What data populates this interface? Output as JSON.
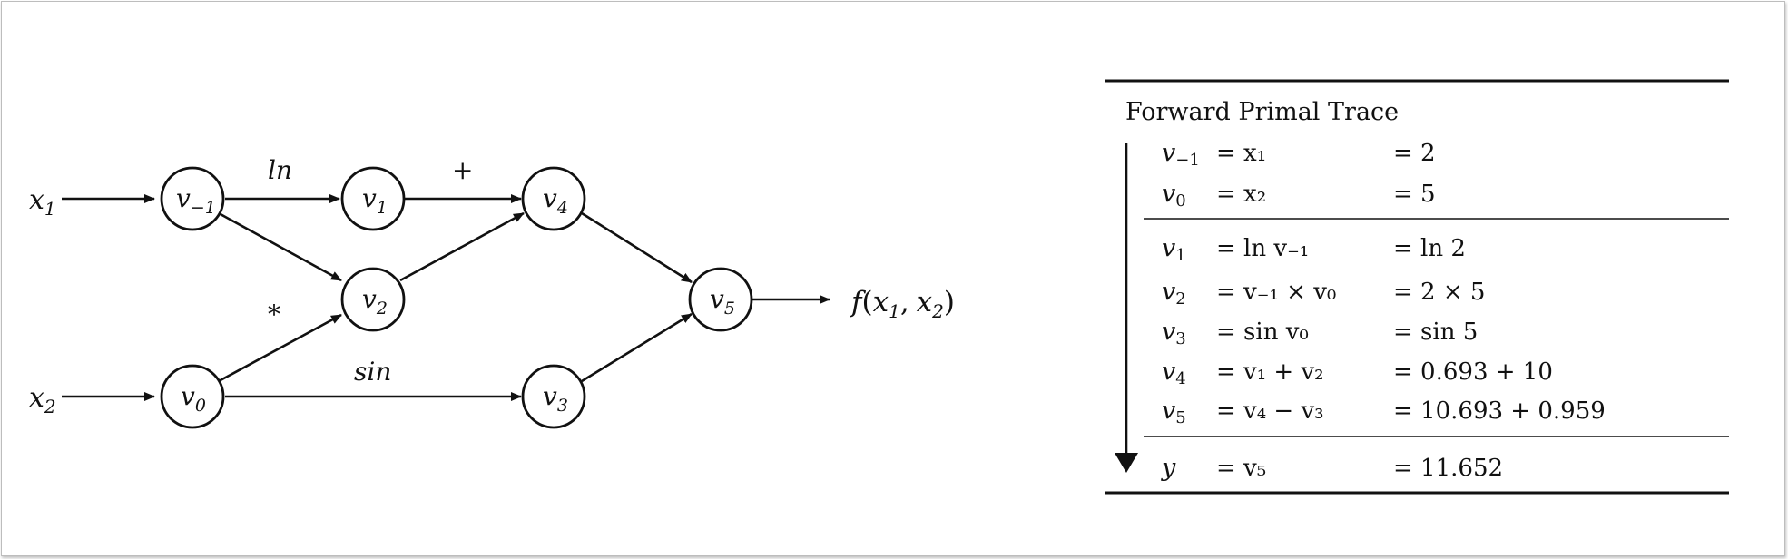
{
  "graph": {
    "inputs": {
      "x1": {
        "base": "x",
        "sub": "1"
      },
      "x2": {
        "base": "x",
        "sub": "2"
      }
    },
    "nodes": {
      "vm1": {
        "base": "v",
        "sub": "−1"
      },
      "v0": {
        "base": "v",
        "sub": "0"
      },
      "v1": {
        "base": "v",
        "sub": "1"
      },
      "v2": {
        "base": "v",
        "sub": "2"
      },
      "v3": {
        "base": "v",
        "sub": "3"
      },
      "v4": {
        "base": "v",
        "sub": "4"
      },
      "v5": {
        "base": "v",
        "sub": "5"
      }
    },
    "ops": {
      "ln": "ln",
      "plus": "+",
      "times": "*",
      "sin": "sin"
    },
    "output": {
      "f": "f",
      "open": "(",
      "x1": {
        "base": "x",
        "sub": "1"
      },
      "comma": ",",
      "x2": {
        "base": "x",
        "sub": "2"
      },
      "close": ")"
    }
  },
  "trace": {
    "title": "Forward Primal Trace",
    "rows": [
      {
        "var": {
          "base": "v",
          "sub": "−1"
        },
        "expr": "= x₁",
        "val": "= 2"
      },
      {
        "var": {
          "base": "v",
          "sub": "0"
        },
        "expr": "= x₂",
        "val": "= 5"
      },
      {
        "var": {
          "base": "v",
          "sub": "1"
        },
        "expr": "= ln v₋₁",
        "val": "= ln 2"
      },
      {
        "var": {
          "base": "v",
          "sub": "2"
        },
        "expr": "= v₋₁ × v₀",
        "val": "= 2 × 5"
      },
      {
        "var": {
          "base": "v",
          "sub": "3"
        },
        "expr": "= sin v₀",
        "val": "= sin 5"
      },
      {
        "var": {
          "base": "v",
          "sub": "4"
        },
        "expr": "= v₁ + v₂",
        "val": "= 0.693 + 10"
      },
      {
        "var": {
          "base": "v",
          "sub": "5"
        },
        "expr": "= v₄ − v₃",
        "val": "= 10.693 + 0.959"
      },
      {
        "var": {
          "base": "y",
          "sub": ""
        },
        "expr": "= v₅",
        "val": "= 11.652"
      }
    ]
  }
}
